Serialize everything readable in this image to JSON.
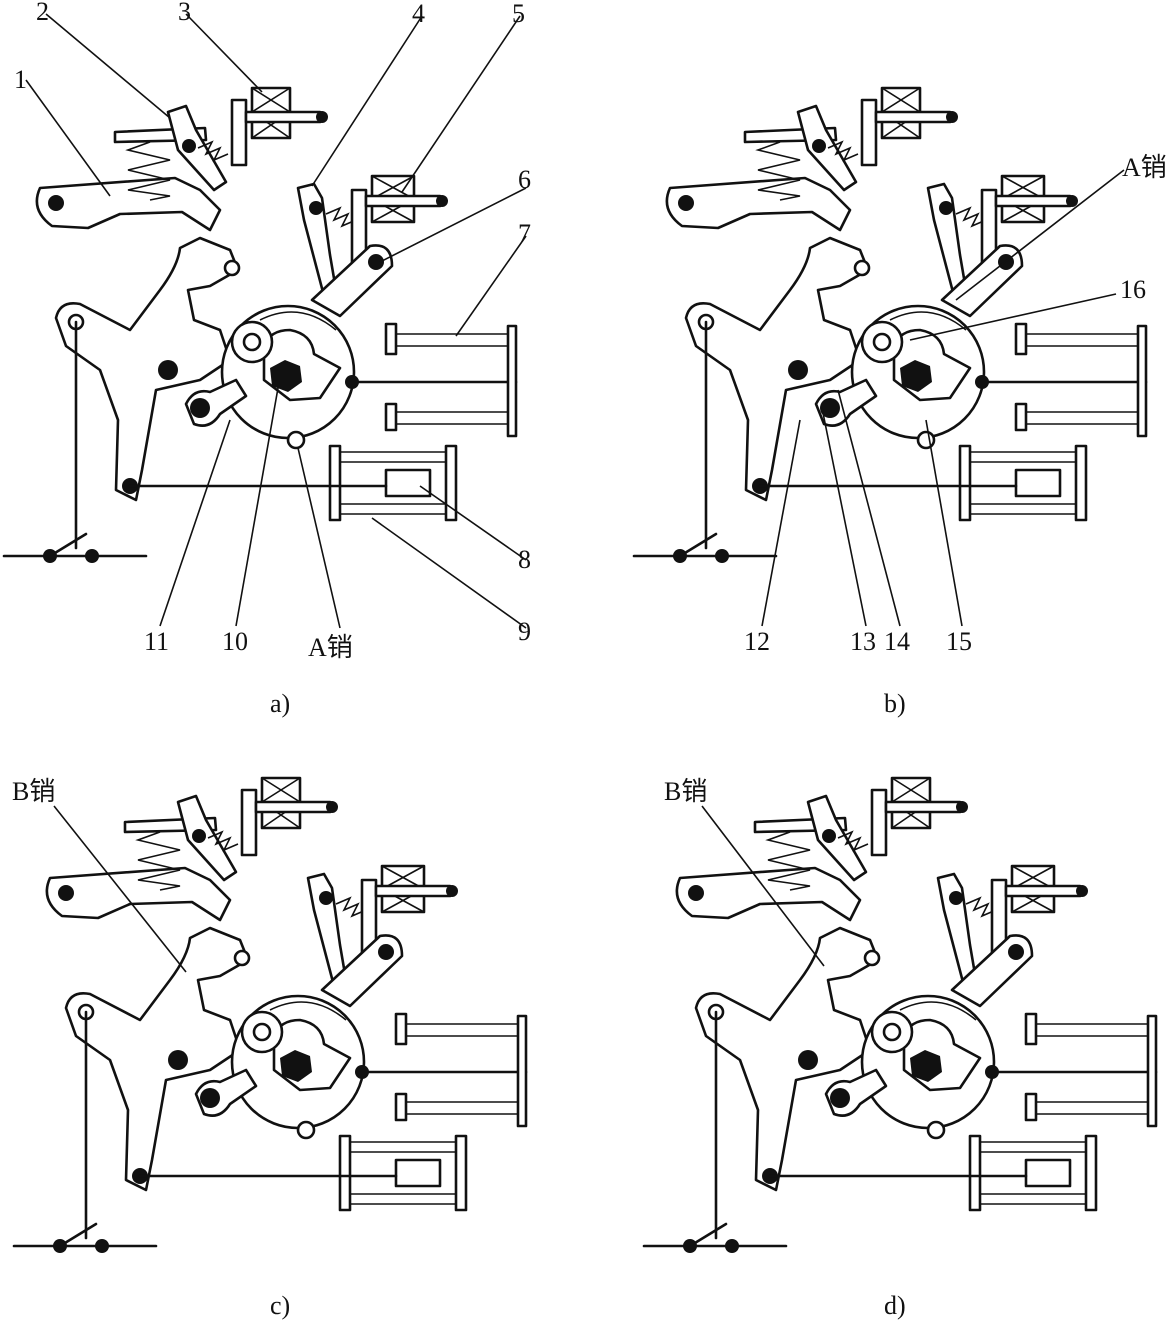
{
  "panels": [
    {
      "caption": "a)",
      "labels": [
        "1",
        "2",
        "3",
        "4",
        "5",
        "6",
        "7",
        "8",
        "9",
        "10",
        "11",
        "A销"
      ]
    },
    {
      "caption": "b)",
      "labels": [
        "A销",
        "16",
        "12",
        "13",
        "14",
        "15"
      ]
    },
    {
      "caption": "c)",
      "labels": [
        "B销"
      ]
    },
    {
      "caption": "d)",
      "labels": [
        "B销"
      ]
    }
  ],
  "colors": {
    "ink": "#111111",
    "paper": "#ffffff"
  }
}
